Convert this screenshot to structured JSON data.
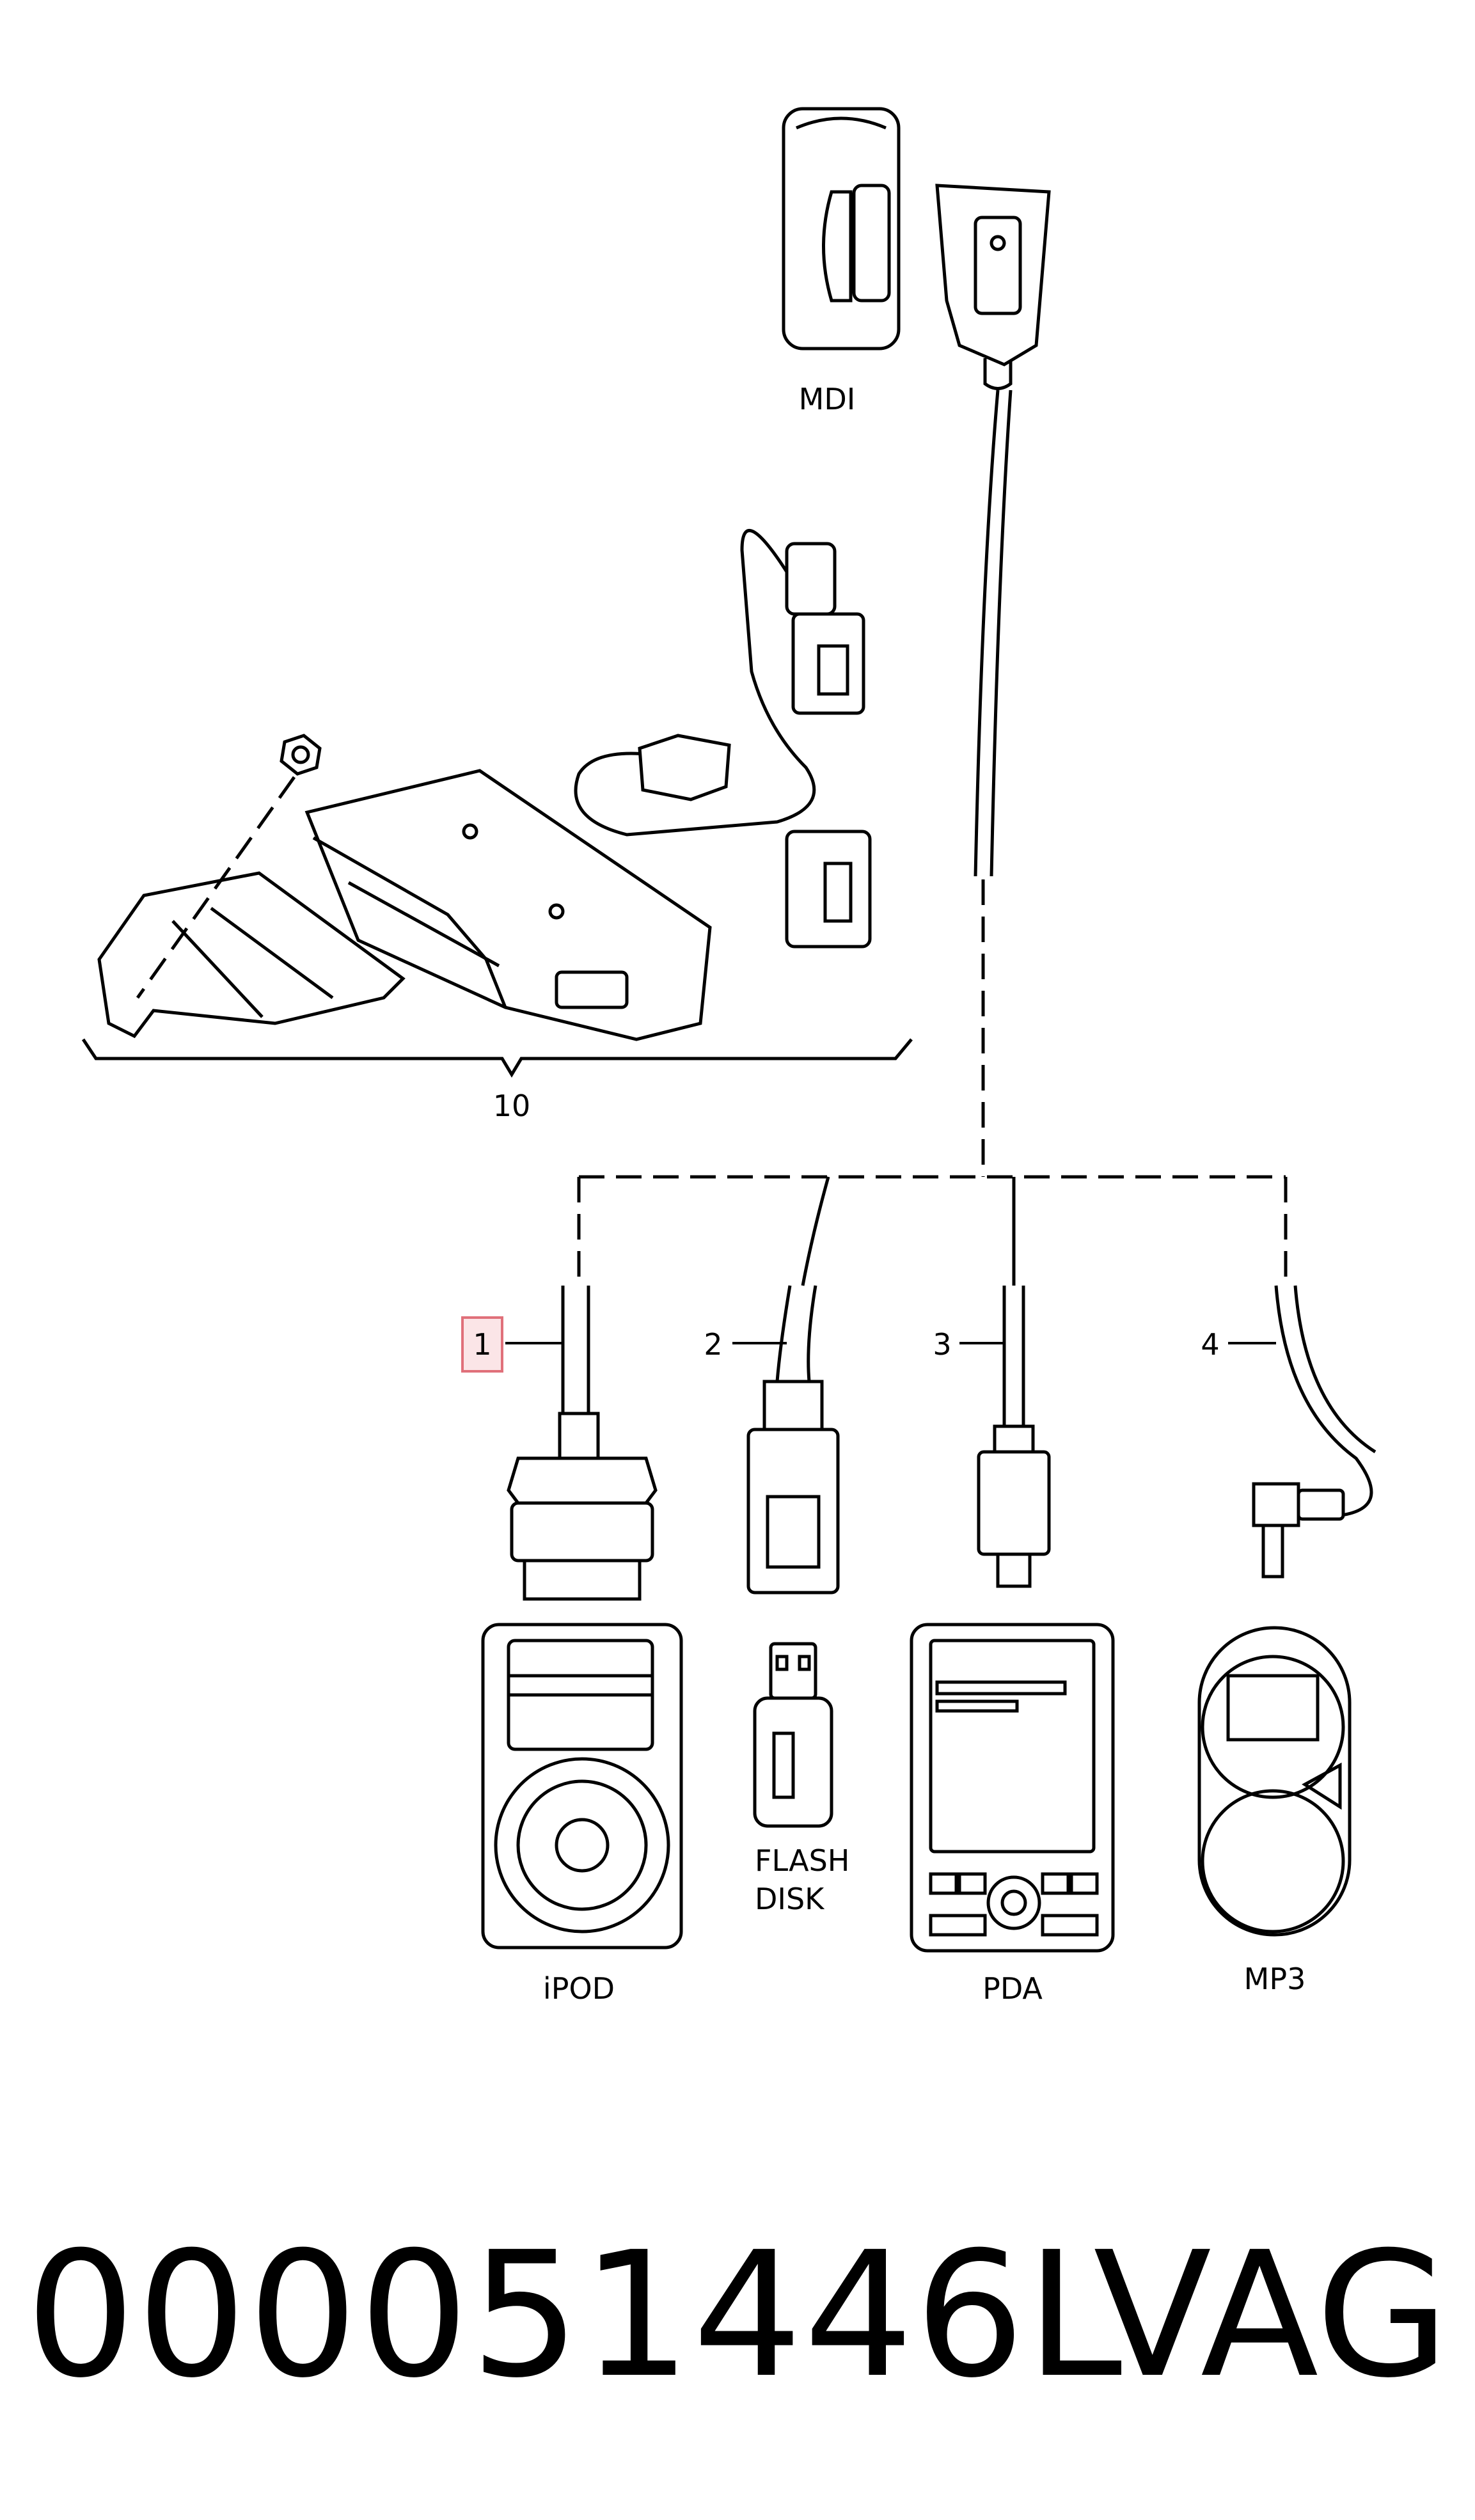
{
  "labels": {
    "mdi": "MDI",
    "group": "10",
    "ipod": "iPOD",
    "flash_line1": "FLASH",
    "flash_line2": "DISK",
    "pda": "PDA",
    "mp3": "MP3"
  },
  "callouts": {
    "c1": "1",
    "c2": "2",
    "c3": "3",
    "c4": "4"
  },
  "highlight_color": "#e0707a",
  "footer": {
    "part_id": "000051446L",
    "brand": "VAG"
  }
}
